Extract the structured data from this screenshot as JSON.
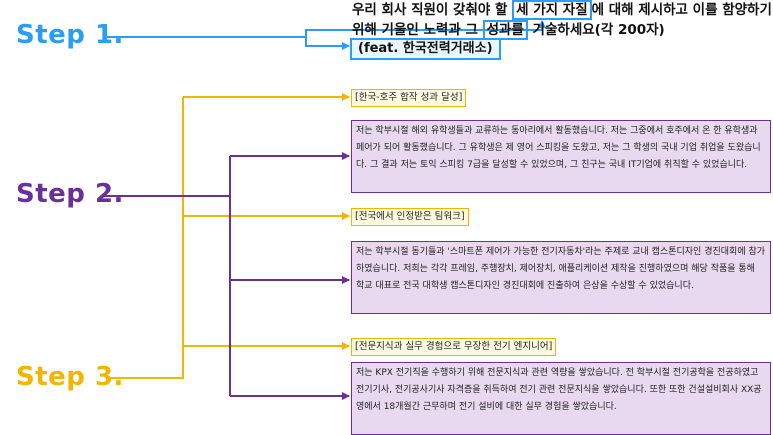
{
  "steps": [
    "Step 1.",
    "Step 2.",
    "Step 3."
  ],
  "question": {
    "part1": "우리 회사 직원이 갖춰야 할 ",
    "highlight1": "세 가지 자질",
    "part2": "에 대해 제시하고 이를 함양하기 위해 기울인 노력과 그 ",
    "highlight2": "성과를",
    "part3": " 기술하세요(각 200자)"
  },
  "feat": "(feat.  한국전력거래소)",
  "sections": [
    {
      "heading": "[한국-호주 합작 성과 달성]",
      "body": "저는 학부시절 해외 유학생들과 교류하는 동아리에서 활동했습니다. 저는 그중에서 호주에서 온 한 유학생과 페어가 되어 활동했습니다. 그 유학생은 제 영어 스피킹을 도왔고, 저는 그 학생의 국내 기업 취업을 도왔습니다. 그 결과 저는 토익 스피킹 7급을 달성할 수 있었으며, 그 친구는 국내 IT기업에 취직할 수 있었습니다."
    },
    {
      "heading": "[전국에서 인정받은 팀워크]",
      "body": "저는 학부시절 동기들과 '스마트폰 제어가 가능한 전기자동차'라는 주제로 교내 캡스톤디자인 경진대회에 참가하였습니다. 저희는 각각 프레임, 주행장치, 제어장치, 애플리케이션 제작을 진행하였으며 해당 작품을 통해 학교 대표로 전국 대학생 캡스톤디자인 경진대회에 진출하여 은상을 수상할 수 있었습니다."
    },
    {
      "heading": "[전문지식과 실무 경험으로 무장한 전기 엔지니어]",
      "body": "저는 KPX 전기직을 수행하기 위해 전문지식과 관련 역량을 쌓았습니다. 전 학부시절 전기공학을 전공하였고 전기기사, 전기공사기사 자격증을 취득하여 전기 관련 전문지식을 쌓았습니다. 또한 또한 건설설비회사 XX공영에서 18개월간 근무하며 전기 설비에 대한 실무 경험을 쌓았습니다."
    }
  ],
  "colors": {
    "step1": "#2a9df4",
    "step2": "#6a2f9b",
    "step3": "#f2b600"
  }
}
